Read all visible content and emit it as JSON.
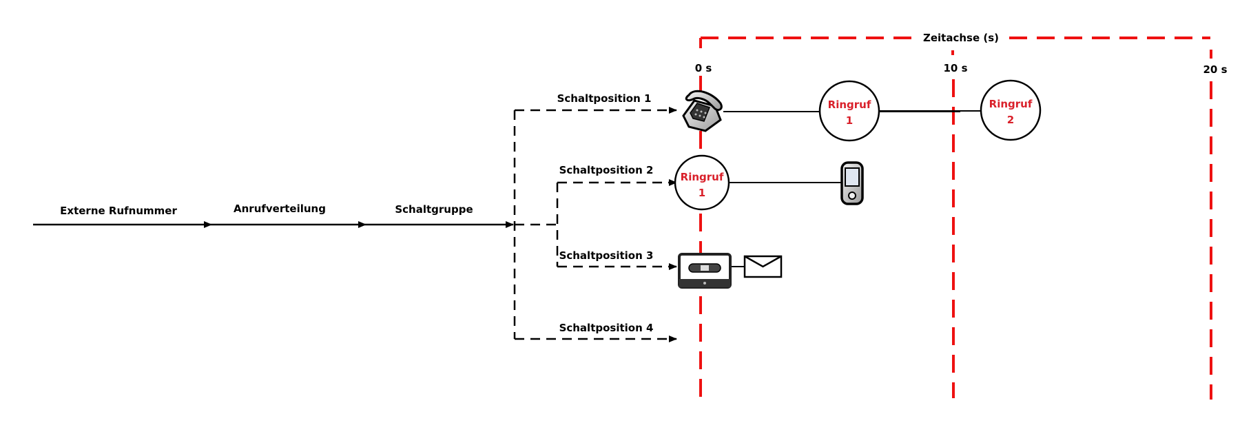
{
  "colors": {
    "timeline": "#ee1111",
    "ring_label": "#d9202a",
    "line": "#000000"
  },
  "flow": {
    "external_number": "Externe Rufnummer",
    "call_distribution": "Anrufverteilung",
    "switch_group": "Schaltgruppe"
  },
  "positions": [
    {
      "label": "Schaltposition 1",
      "target_icon": "desk-phone-icon"
    },
    {
      "label": "Schaltposition 2",
      "target_icon": "ring-call-circle"
    },
    {
      "label": "Schaltposition 3",
      "target_icon": "voicemail-cassette-icon"
    },
    {
      "label": "Schaltposition 4",
      "target_icon": "none"
    }
  ],
  "timeline": {
    "title": "Zeitachse (s)",
    "ticks": [
      "0 s",
      "10 s",
      "20 s"
    ]
  },
  "ring_calls": {
    "pos1_ring1": {
      "word": "Ringruf",
      "num": "1"
    },
    "pos1_ring2": {
      "word": "Ringruf",
      "num": "2"
    },
    "pos2_ring1": {
      "word": "Ringruf",
      "num": "1"
    }
  },
  "icons": {
    "desk_phone": "desk-phone-icon",
    "mobile": "mobile-phone-icon",
    "cassette": "voicemail-cassette-icon",
    "envelope": "envelope-icon"
  }
}
